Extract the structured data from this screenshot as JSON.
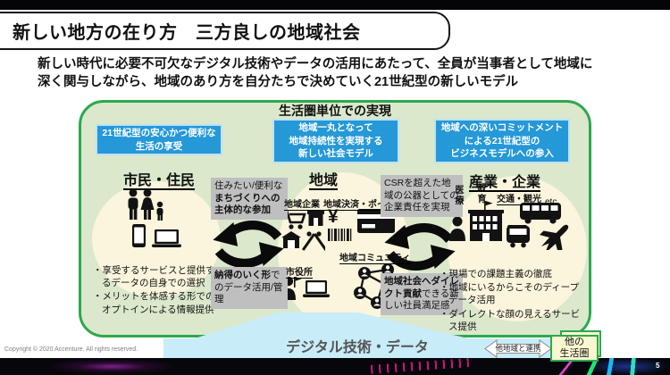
{
  "title": "新しい地方の在り方　三方良しの地域社会",
  "subtitle": {
    "line1": "新しい時代に必要不可欠なデジタル技術やデータの活用にあたって、全員が当事者として地域に",
    "line2": "深く関与しながら、地域のあり方を自分たちで決めていく21世紀型の新しいモデル"
  },
  "framework": {
    "header": "生活圏単位での実現",
    "benefits": {
      "citizens": {
        "line1": "21世紀型の安心かつ便利な",
        "line2": "生活の享受"
      },
      "region": {
        "line1": "地域一丸となって",
        "line2": "地域持続性を実現する",
        "line3": "新しい社会モデル"
      },
      "industry": {
        "line1": "地域への深いコミットメント",
        "line2": "による21世紀型の",
        "line3": "ビジネスモデルへの参入"
      }
    },
    "actors": {
      "citizens": {
        "title": "市民・住民",
        "bullets": [
          "・享受するサービスと提供するデータの自身での選択",
          "・メリットを体感する形でのオプトインによる情報提供"
        ]
      },
      "region": {
        "title": "地域",
        "labels": {
          "companies": "地域企業",
          "payment": "地域決済・ポイント",
          "city_hall": "市役所",
          "community": "地域コミュニティ",
          "yen_symbol": "¥"
        }
      },
      "industry": {
        "title": "産業・企業",
        "labels": {
          "medical": "医療",
          "education": "教育",
          "transport_tourism": "交通・観光",
          "etc": "etc"
        },
        "bullets": [
          "・現場での課題主義の徹底",
          "・地域にいるからこそのディープデータ活用",
          "・ダイレクトな顔の見えるサービス提供"
        ]
      }
    },
    "callouts": {
      "c1": {
        "normal": "住みたい/便利な",
        "bold": "まちづくりへの主体的な参加"
      },
      "c2": {
        "bold": "納得のいく形",
        "normal": "でのデータ活用/管理"
      },
      "c3": {
        "text": "CSRを超えた地域の公器としての企業責任を実現"
      },
      "c4": {
        "bold": "地域社会へダイレクト貢献",
        "normal": "できる新しい社員満足感"
      }
    }
  },
  "bottom": {
    "banner": "デジタル技術・データ",
    "link_label": "他地域と連携",
    "other_sphere": {
      "line1": "他の",
      "line2": "生活圏"
    }
  },
  "footer": {
    "copyright": "Copyright © 2020 Accenture. All rights reserved.",
    "page_number": "5"
  },
  "colors": {
    "green_border": "#2DA84E",
    "green_fill": "#DBE8CC",
    "blue_box": "#2598D8",
    "ellipse_fill": "#FAF5DC",
    "callout_gray": "#BFBFBF",
    "banner_cyan": "#C8ECF8",
    "other_sphere_fill": "#F8F7D0"
  },
  "icons": {
    "citizens": [
      "family-icon",
      "smartphone-icon",
      "laptop-icon"
    ],
    "region": [
      "shopping-cart-icon",
      "storefront-icon",
      "market-stall-icon",
      "utensils-icon",
      "yen-icon",
      "barcode-icon",
      "credit-card-icon",
      "clerk-icon",
      "laptop-icon",
      "community-network-icon"
    ],
    "industry": [
      "doctor-icon",
      "school-building-icon",
      "books-icon",
      "bus-icon",
      "train-icon",
      "airplane-icon"
    ],
    "flow": [
      "cycle-arrows-icon",
      "two-way-arrow-icon"
    ]
  }
}
